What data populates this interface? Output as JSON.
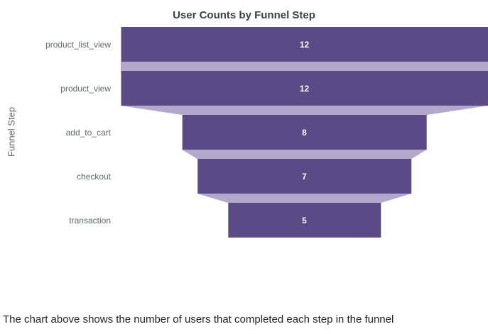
{
  "caption": "The chart above shows the number of users that completed each step in the funnel",
  "chart_data": {
    "type": "funnel",
    "title": "User Counts by Funnel Step",
    "ylabel": "Funnel Step",
    "categories": [
      "product_list_view",
      "product_view",
      "add_to_cart",
      "checkout",
      "transaction"
    ],
    "values": [
      12,
      12,
      8,
      7,
      5
    ],
    "max_value": 12,
    "bar_color": "#5b4a85",
    "connector_color": "#b3a8cc",
    "value_label_color": "#ffffff",
    "legend": "off",
    "grid": "off",
    "orientation": "horizontal-centered"
  }
}
